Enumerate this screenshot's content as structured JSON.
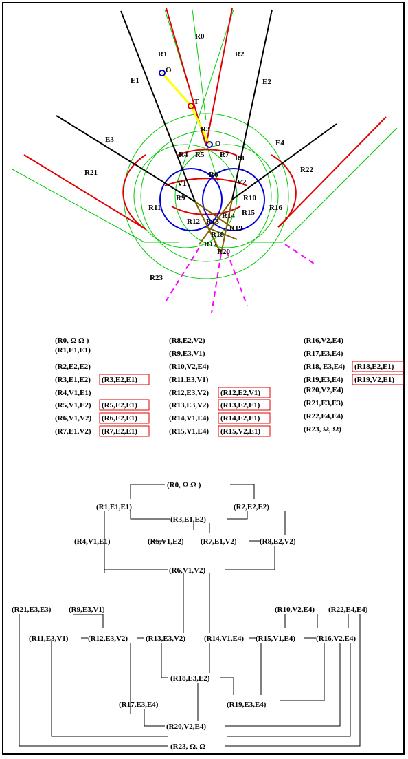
{
  "colors": {
    "edge": "#000000",
    "bisector": "#e00000",
    "circle_red": "#e00000",
    "circle_green": "#00cc00",
    "circle_blue": "#0000dd",
    "path": "#ffff00",
    "dashed": "#ff00ff",
    "highlight_box": "#e00000"
  },
  "figure": {
    "labels": {
      "R0": "R0",
      "R1": "R1",
      "R2": "R2",
      "R3": "R3",
      "R4": "R4",
      "R5": "R5",
      "R6": "R6",
      "R7": "R7",
      "R8": "R8",
      "R9": "R9",
      "R10": "R10",
      "R11": "R11",
      "R12": "R12",
      "R13": "R13",
      "R14": "R14",
      "R15": "R15",
      "R16": "R16",
      "R17": "R17",
      "R18": "R18",
      "R19": "R19",
      "R20": "R20",
      "R21": "R21",
      "R22": "R22",
      "R23": "R23",
      "E1": "E1",
      "E2": "E2",
      "E3": "E3",
      "E4": "E4",
      "V1": "V1",
      "V2": "V2",
      "O_top": "O",
      "T": "T",
      "O_bottom": "O"
    }
  },
  "region_list": {
    "col1": [
      {
        "text": "(R0, Ω  Ω )"
      },
      {
        "text": "(R1,E1,E1)"
      },
      {
        "text": "(R2,E2,E2)"
      },
      {
        "text": "(R3,E1,E2)",
        "box": "(R3,E2,E1)"
      },
      {
        "text": "(R4,V1,E1)"
      },
      {
        "text": "(R5,V1,E2)",
        "box": "(R5,E2,E1)"
      },
      {
        "text": "(R6,V1,V2)",
        "box": "(R6,E2,E1)"
      },
      {
        "text": "(R7,E1,V2)",
        "box": "(R7,E2,E1)"
      }
    ],
    "col2": [
      {
        "text": "(R8,E2,V2)"
      },
      {
        "text": "(R9,E3,V1)"
      },
      {
        "text": "(R10,V2,E4)"
      },
      {
        "text": "(R11,E3,V1)"
      },
      {
        "text": "(R12,E3,V2)",
        "box": "(R12,E2,V1)"
      },
      {
        "text": "(R13,E3,V2)",
        "box": "(R13,E2,E1)"
      },
      {
        "text": "(R14,V1,E4)",
        "box": "(R14,E2,E1)"
      },
      {
        "text": "(R15,V1,E4)",
        "box": "(R15,V2,E1)"
      }
    ],
    "col3": [
      {
        "text": "(R16,V2,E4)"
      },
      {
        "text": "(R17,E3,E4)"
      },
      {
        "text": "(R18, E3,E4)",
        "box": "(R18,E2,E1)"
      },
      {
        "text": "(R19,E3,E4)",
        "box": "(R19,V2,E1)"
      },
      {
        "text": "(R20,V2,E4)"
      },
      {
        "text": "(R21,E3,E3)"
      },
      {
        "text": "(R22,E4,E4)"
      },
      {
        "text": "(R23,  Ω,  Ω)"
      }
    ]
  },
  "tree": {
    "n0": "(R0, Ω  Ω )",
    "n1": "(R1,E1,E1)",
    "n2": "(R2,E2,E2)",
    "n3": "(R3,E1,E2)",
    "n4": "(R4,V1,E1)",
    "n5": "(R5,V1,E2)",
    "n7": "(R7,E1,V2)",
    "n8": "(R8,E2,V2)",
    "n6": "(R6,V1,V2)",
    "n21": "(R21,E3,E3)",
    "n9": "(R9,E3,V1)",
    "n10": "(R10,V2,E4)",
    "n22": "(R22,E4,E4)",
    "n11": "(R11,E3,V1)",
    "n12": "(R12,E3,V2)",
    "n13": "(R13,E3,V2)",
    "n14": "(R14,V1,E4)",
    "n15": "(R15,V1,E4)",
    "n16": "(R16,V2,E4)",
    "n18": "(R18,E3,E2)",
    "n17": "(R17,E3,E4)",
    "n19": "(R19,E3,E4)",
    "n20": "(R20,V2,E4)",
    "n23": "(R23, Ω,  Ω"
  }
}
